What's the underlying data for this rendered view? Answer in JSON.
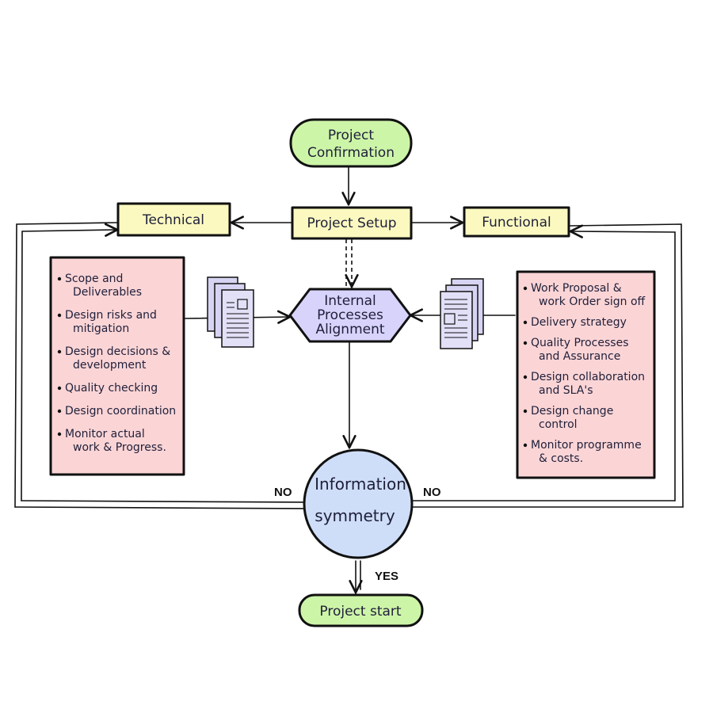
{
  "colors": {
    "terminal": "#cdf5a8",
    "process": "#fbf9c0",
    "list_panel": "#fbd5d6",
    "alignment": "#d7d3fb",
    "decision": "#cfdef8",
    "document": "#d6d4f2"
  },
  "nodes": {
    "project_confirmation": [
      "Project",
      "Confirmation"
    ],
    "technical": "Technical",
    "project_setup": "Project Setup",
    "functional": "Functional",
    "internal_alignment": [
      "Internal",
      "Processes",
      "Alignment"
    ],
    "information_symmetry": [
      "Information",
      "symmetry"
    ],
    "project_start": "Project start"
  },
  "technical_items": [
    [
      "Scope and",
      "Deliverables"
    ],
    [
      "Design risks and",
      "mitigation"
    ],
    [
      "Design decisions &",
      "development"
    ],
    [
      "Quality checking"
    ],
    [
      "Design coordination"
    ],
    [
      "Monitor actual",
      "work & Progress."
    ]
  ],
  "functional_items": [
    [
      "Work Proposal &",
      "work Order sign off"
    ],
    [
      "Delivery strategy"
    ],
    [
      "Quality Processes",
      "and Assurance"
    ],
    [
      "Design collaboration",
      "and SLA's"
    ],
    [
      "Design change",
      "control"
    ],
    [
      "Monitor programme",
      "& costs."
    ]
  ],
  "edge_labels": {
    "no_left": "NO",
    "no_right": "NO",
    "yes": "YES"
  },
  "icons": {
    "left_documents": "document-stack-icon",
    "right_documents": "document-stack-icon"
  }
}
